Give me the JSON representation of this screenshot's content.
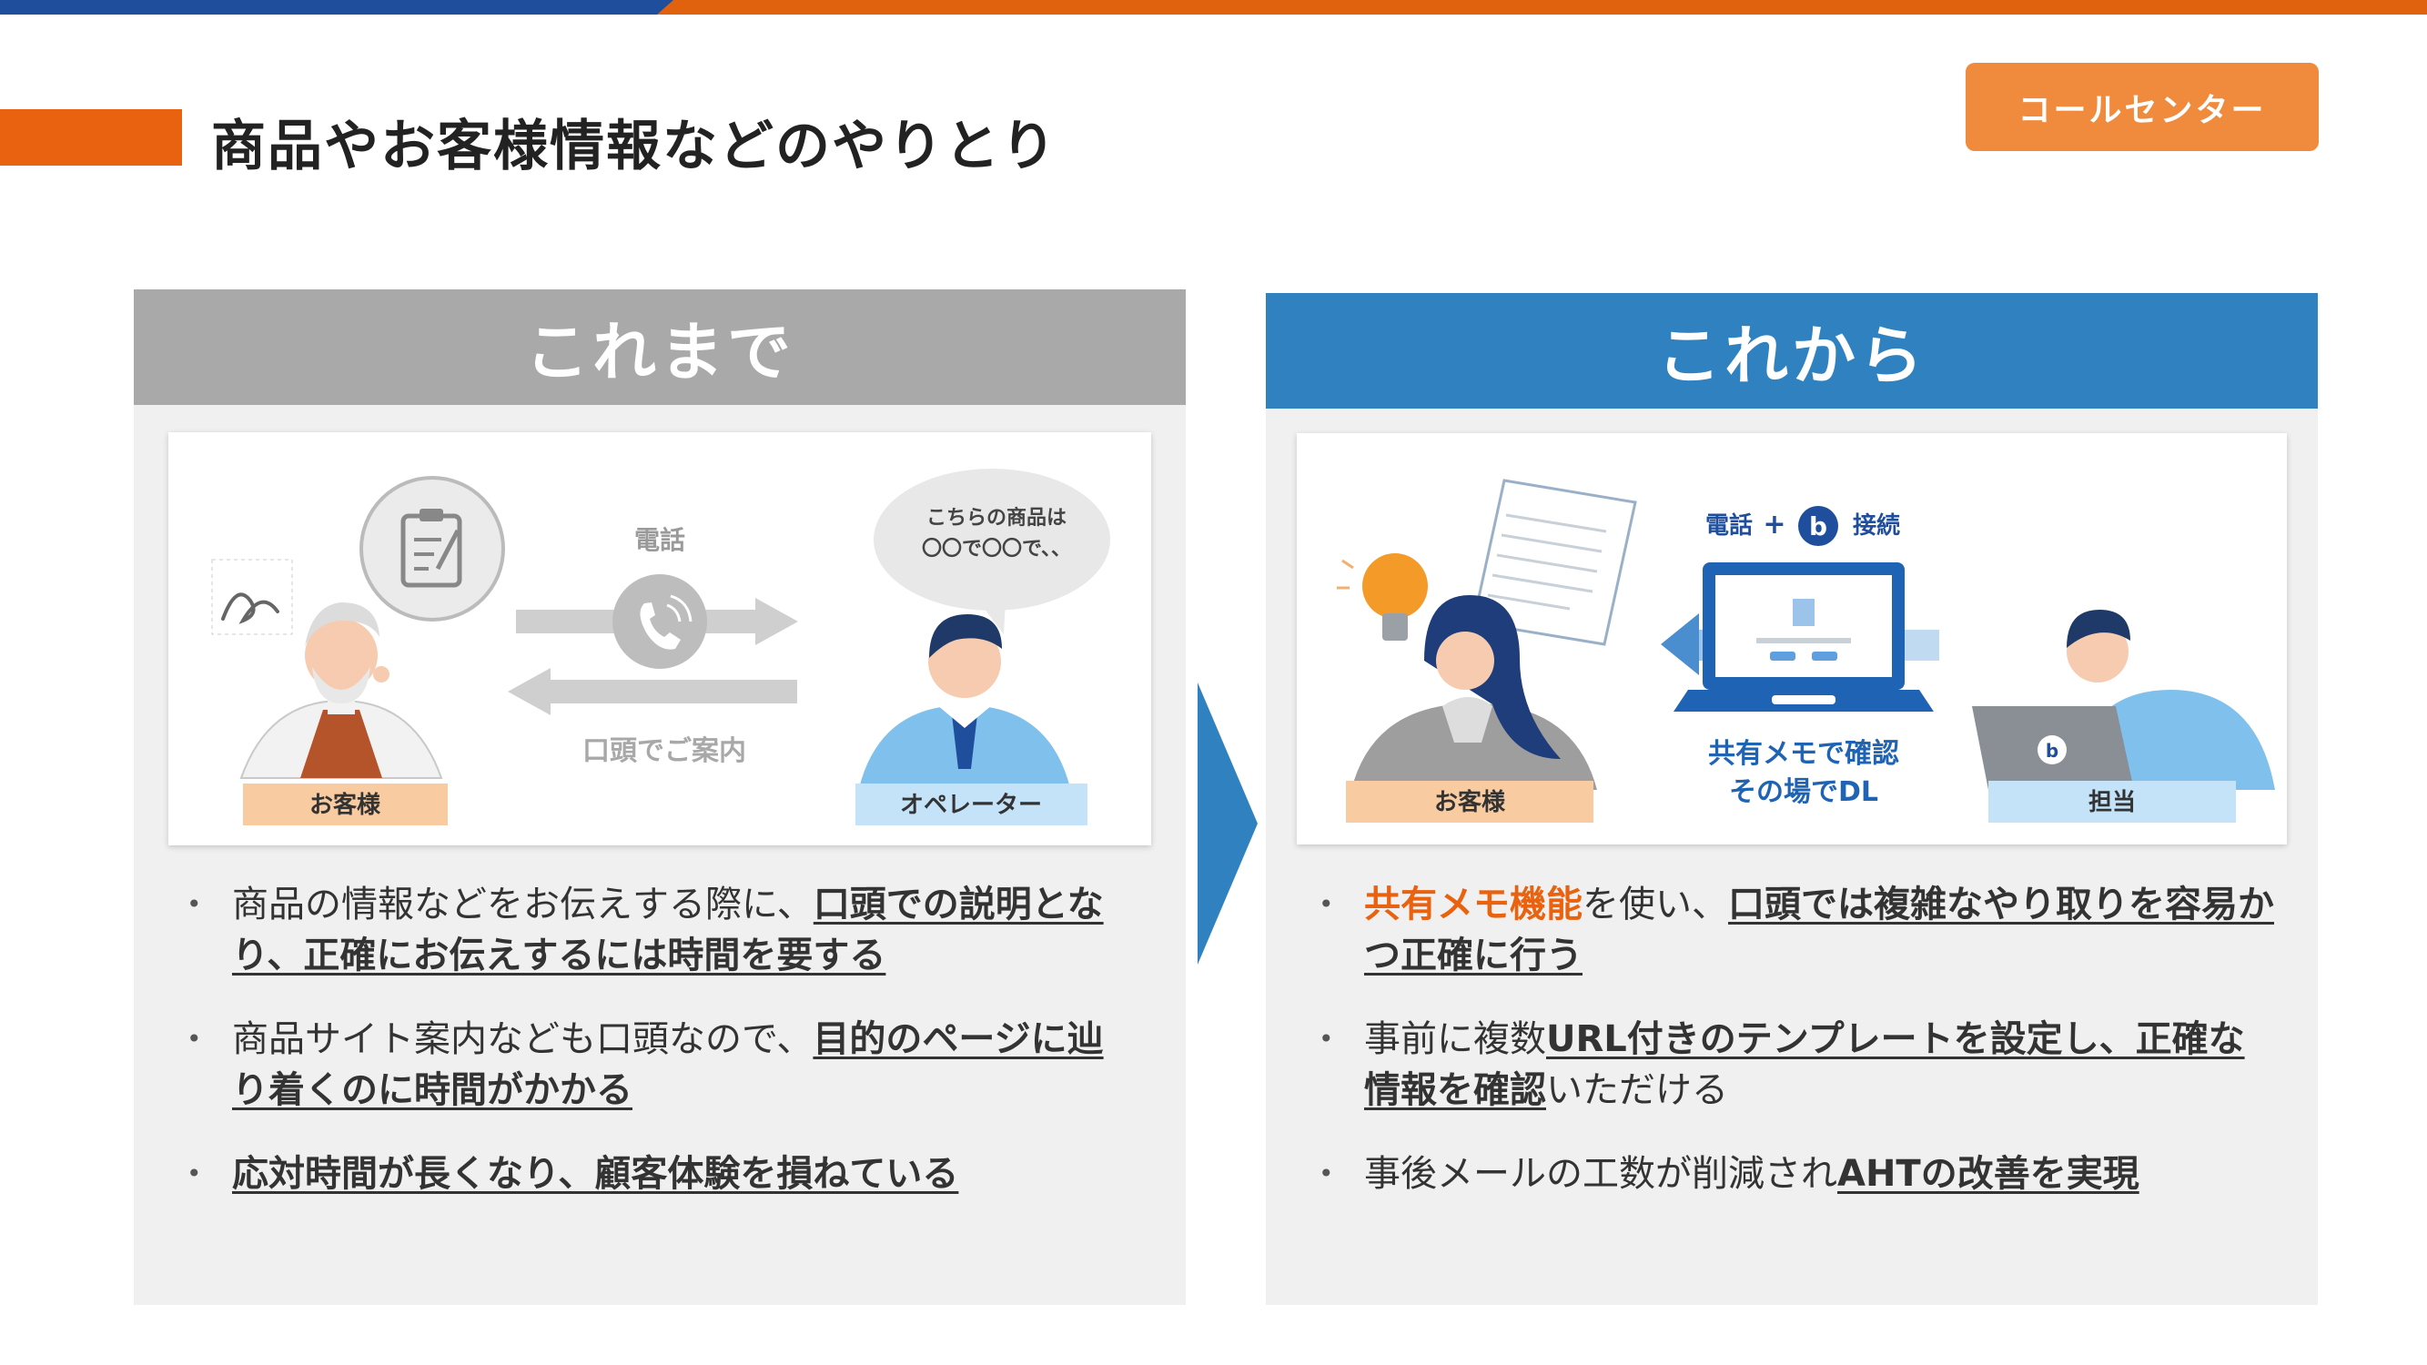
{
  "page": {
    "title": "商品やお客様情報などのやりとり",
    "tag": "コールセンター",
    "colors": {
      "orange": "#e8620f",
      "blue": "#2f82bf",
      "gray": "#a8a8a8",
      "navy": "#1f4e9c"
    }
  },
  "before": {
    "header": "これまで",
    "illustration": {
      "call_label": "電話",
      "verbal_label": "口頭でご案内",
      "bubble_line1": "こちらの商品は",
      "bubble_line2": "〇〇で〇〇で、、",
      "customer_label": "お客様",
      "operator_label": "オペレーター"
    },
    "bullets": [
      {
        "plain": "商品の情報などをお伝えする際に、",
        "bold": "口頭での説明となり、正確にお伝えするには時間を要する"
      },
      {
        "plain": "商品サイト案内なども口頭なので、",
        "bold": "目的のページに辿り着くのに時間がかかる"
      },
      {
        "bold": "応対時間が長くなり、顧客体験を損ねている"
      }
    ]
  },
  "after": {
    "header": "これから",
    "illustration": {
      "call_label": "電話",
      "plus": "+",
      "app_letter": "b",
      "connect_label": "接続",
      "memo_line1": "共有メモで確認",
      "memo_line2": "その場でDL",
      "customer_label": "お客様",
      "staff_label": "担当"
    },
    "bullets": [
      {
        "orange": "共有メモ機能",
        "plain": "を使い、",
        "bold": "口頭では複雑なやり取りを容易かつ正確に行う"
      },
      {
        "plain": "事前に複数",
        "bold": "URL付きのテンプレートを設定し、正確な情報を確認",
        "plain2": "いただける"
      },
      {
        "plain": "事後メールの工数が削減され",
        "bold": "AHTの改善を実現"
      }
    ]
  }
}
